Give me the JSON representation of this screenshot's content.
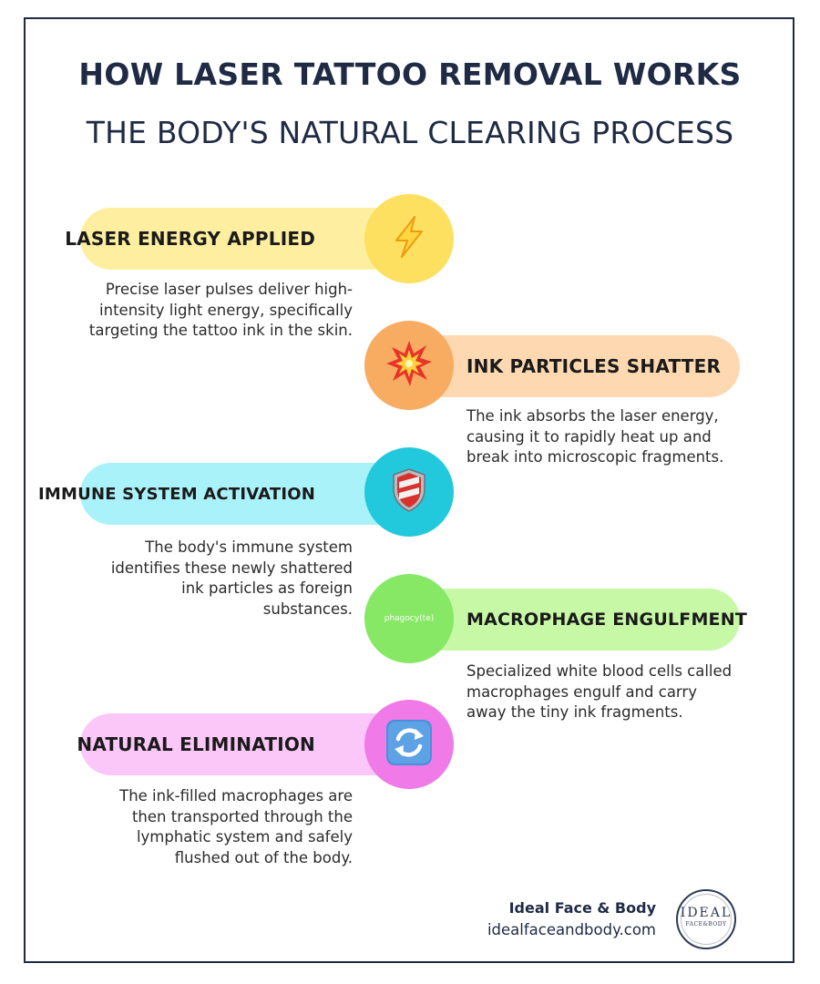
{
  "title": "HOW LASER TATTOO REMOVAL WORKS",
  "subtitle": "THE BODY'S NATURAL CLEARING PROCESS",
  "steps": [
    {
      "label": "LASER ENERGY APPLIED",
      "icon": "lightning-icon",
      "pill_color": "#fdeea0",
      "circle_color": "#fde060",
      "description": "Precise laser pulses deliver high-intensity light energy, specifically targeting the tattoo ink in the skin."
    },
    {
      "label": "INK PARTICLES SHATTER",
      "icon": "explosion-icon",
      "pill_color": "#fdd8b0",
      "circle_color": "#f7ac62",
      "description": "The ink absorbs the laser energy, causing it to rapidly heat up and break into microscopic fragments."
    },
    {
      "label": "IMMUNE SYSTEM ACTIVATION",
      "icon": "shield-icon",
      "pill_color": "#aaf2fa",
      "circle_color": "#22c9dc",
      "description": "The body's immune system identifies these newly shattered ink particles as foreign substances."
    },
    {
      "label": "MACROPHAGE ENGULFMENT",
      "icon": "phagocyte-icon",
      "icon_text": "phagocy(te)",
      "pill_color": "#c6f8a6",
      "circle_color": "#86e864",
      "description": "Specialized white blood cells called macrophages engulf and carry away the tiny ink fragments."
    },
    {
      "label": "NATURAL ELIMINATION",
      "icon": "recycle-arrows-icon",
      "pill_color": "#fbc6f8",
      "circle_color": "#f07ae8",
      "description": "The ink-filled macrophages are then transported through the lymphatic system and safely flushed out of the body."
    }
  ],
  "footer": {
    "brand": "Ideal Face & Body",
    "url": "idealfaceandbody.com",
    "logo_main": "IDEAL",
    "logo_sub": "FACE&BODY"
  }
}
